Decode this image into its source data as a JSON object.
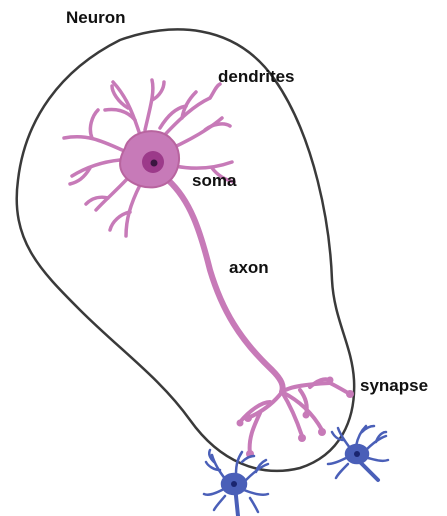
{
  "title": "Neuron",
  "labels": {
    "dendrites": "dendrites",
    "soma": "soma",
    "axon": "axon",
    "synapse": "synapse"
  },
  "colors": {
    "outline": "#3a3a3a",
    "neuron_fill": "#c77ab8",
    "neuron_stroke": "#b8649f",
    "nucleus": "#9c3a8a",
    "nucleolus": "#3b1640",
    "neighbor_neuron": "#4a5fb8",
    "neighbor_nucleus": "#1a2570"
  }
}
